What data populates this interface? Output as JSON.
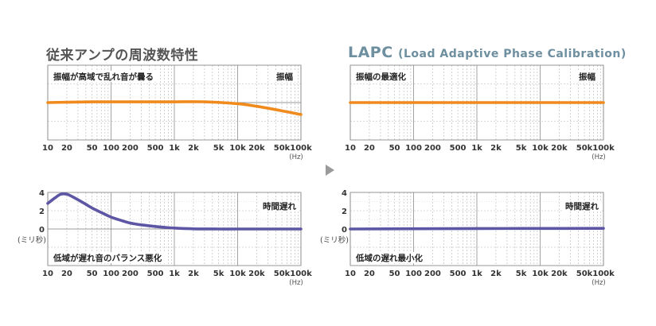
{
  "titles": {
    "left": "従来アンプの周波数特性",
    "right_main": "LAPC",
    "right_sub": "(Load Adaptive Phase Calibration)"
  },
  "colors": {
    "amplitude_line": "#f08a1c",
    "delay_line": "#5d56a4",
    "grid_major": "#8c8c8c",
    "grid_minor": "#b5b5b5",
    "axis_text": "#333333",
    "arrow": "#9a9a9a"
  },
  "x_axis": {
    "scale": "log",
    "range": [
      10,
      100000
    ],
    "ticks": [
      {
        "v": 10,
        "label": "10"
      },
      {
        "v": 20,
        "label": "20"
      },
      {
        "v": 50,
        "label": "50"
      },
      {
        "v": 100,
        "label": "100"
      },
      {
        "v": 200,
        "label": "200"
      },
      {
        "v": 500,
        "label": "500"
      },
      {
        "v": 1000,
        "label": "1k"
      },
      {
        "v": 2000,
        "label": "2k"
      },
      {
        "v": 5000,
        "label": "5k"
      },
      {
        "v": 10000,
        "label": "10k"
      },
      {
        "v": 20000,
        "label": "20k"
      },
      {
        "v": 50000,
        "label": "50k"
      },
      {
        "v": 100000,
        "label": "100k"
      }
    ],
    "unit": "(Hz)"
  },
  "y_delay_ticks": [
    "4",
    "2",
    "0"
  ],
  "y_delay_unit": "(ミリ秒)",
  "chart_data": [
    {
      "id": "conv-amp",
      "type": "line",
      "x_scale": "log",
      "xlim": [
        10,
        100000
      ],
      "ylim": [
        -1,
        1
      ],
      "label_left": "振幅が高域で乱れ音が曇る",
      "label_right": "振幅",
      "series": [
        {
          "x": [
            10,
            20,
            50,
            100,
            200,
            500,
            1000,
            3000,
            10000,
            20000,
            50000,
            100000
          ],
          "y": [
            0.0,
            0.01,
            0.02,
            0.02,
            0.02,
            0.02,
            0.02,
            0.02,
            -0.03,
            -0.1,
            -0.22,
            -0.32
          ]
        }
      ]
    },
    {
      "id": "lapc-amp",
      "type": "line",
      "x_scale": "log",
      "xlim": [
        10,
        100000
      ],
      "ylim": [
        -1,
        1
      ],
      "label_left": "振幅の最適化",
      "label_right": "振幅",
      "series": [
        {
          "x": [
            10,
            100,
            1000,
            10000,
            100000
          ],
          "y": [
            0.0,
            0.0,
            0.0,
            0.0,
            0.0
          ]
        }
      ]
    },
    {
      "id": "conv-delay",
      "type": "line",
      "x_scale": "log",
      "xlim": [
        10,
        100000
      ],
      "ylim": [
        -4,
        4
      ],
      "label_top": "時間遅れ",
      "label_bottom": "低域が遅れ音のバランス悪化",
      "series": [
        {
          "x": [
            10,
            13,
            16,
            20,
            25,
            30,
            40,
            50,
            70,
            100,
            150,
            200,
            300,
            500,
            700,
            1000,
            2000,
            5000,
            10000,
            100000
          ],
          "y": [
            2.8,
            3.4,
            3.8,
            3.8,
            3.5,
            3.2,
            2.7,
            2.3,
            1.8,
            1.3,
            0.9,
            0.65,
            0.45,
            0.28,
            0.18,
            0.1,
            0.02,
            0.0,
            0.0,
            0.0
          ]
        }
      ]
    },
    {
      "id": "lapc-delay",
      "type": "line",
      "x_scale": "log",
      "xlim": [
        10,
        100000
      ],
      "ylim": [
        -4,
        4
      ],
      "label_top": "時間遅れ",
      "label_bottom": "低域の遅れ最小化",
      "series": [
        {
          "x": [
            10,
            100,
            1000,
            10000,
            100000
          ],
          "y": [
            0.0,
            0.03,
            0.05,
            0.06,
            0.07
          ]
        }
      ]
    }
  ]
}
